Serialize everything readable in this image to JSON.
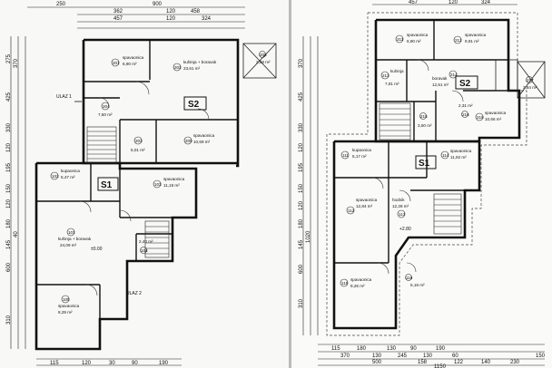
{
  "left_sheet": {
    "dims_top": [
      "250",
      "900",
      "362",
      "120",
      "458",
      "457",
      "120",
      "324"
    ],
    "dims_bottom": [
      "115",
      "120",
      "30",
      "90",
      "190"
    ],
    "dims_left": [
      "275",
      "370",
      "425",
      "330",
      "120",
      "195",
      "150",
      "120",
      "180",
      "40",
      "145",
      "600",
      "310"
    ],
    "labels": {
      "ulaz1": "ULAZ 1",
      "ulaz2": "ULAZ 2",
      "s2": "S2",
      "s1": "S1",
      "level": "±0.00"
    },
    "rooms": [
      {
        "num": "201",
        "name": "spavaonica",
        "area": "6,90 m²"
      },
      {
        "num": "202",
        "name": "kuhinja + boravak",
        "area": "23,61 m²"
      },
      {
        "num": "206",
        "name": "",
        "area": "3,58 m²"
      },
      {
        "num": "204",
        "name": "",
        "area": "7,50 m²"
      },
      {
        "num": "203",
        "name": "",
        "area": "5,01 m²"
      },
      {
        "num": "205",
        "name": "spavaonica",
        "area": "10,69 m²"
      },
      {
        "num": "102",
        "name": "kupaonica",
        "area": "5,47 m²"
      },
      {
        "num": "103",
        "name": "spavaonica",
        "area": "11,15 m²"
      },
      {
        "num": "101",
        "name": "kuhinja + boravak",
        "area": "24,09 m²"
      },
      {
        "num": "104",
        "name": "",
        "area": "2,40 m²"
      },
      {
        "num": "105",
        "name": "spavaonica",
        "area": "8,29 m²"
      }
    ]
  },
  "right_sheet": {
    "dims_top": [
      "457",
      "120",
      "324"
    ],
    "dims_bottom": [
      "115",
      "180",
      "130",
      "90",
      "190",
      "370",
      "130",
      "245",
      "130",
      "60",
      "500",
      "158",
      "122",
      "140",
      "230",
      "150",
      "1150"
    ],
    "dims_left": [
      "370",
      "425",
      "330",
      "120",
      "195",
      "150",
      "120",
      "180",
      "145",
      "600",
      "310",
      "1020"
    ],
    "labels": {
      "s2": "S2",
      "s1": "S1",
      "level": "+2.80"
    },
    "rooms": [
      {
        "num": "211",
        "name": "spavaonica",
        "area": "6,90 m²"
      },
      {
        "num": "212",
        "name": "spavaonica",
        "area": "9,91 m²"
      },
      {
        "num": "213",
        "name": "kuhinja",
        "area": "7,81 m²"
      },
      {
        "num": "214",
        "name": "boravak",
        "area": "12,51 m²"
      },
      {
        "num": "215",
        "name": "",
        "area": "3,60 m²"
      },
      {
        "num": "216",
        "name": "",
        "area": "2,31 m²"
      },
      {
        "num": "217",
        "name": "",
        "area": "3,84 m²"
      },
      {
        "num": "218",
        "name": "spavaonica",
        "area": "10,66 m²"
      },
      {
        "num": "111",
        "name": "kupaonica",
        "area": "5,17 m²"
      },
      {
        "num": "112",
        "name": "spavaonica",
        "area": "12,84 m²"
      },
      {
        "num": "113",
        "name": "hodnik",
        "area": "12,28 m²"
      },
      {
        "num": "114",
        "name": "spavaonica",
        "area": "11,92 m²"
      },
      {
        "num": "115",
        "name": "spavaonica",
        "area": "9,26 m²"
      },
      {
        "num": "116",
        "name": "",
        "area": "5,18 m²"
      }
    ]
  }
}
